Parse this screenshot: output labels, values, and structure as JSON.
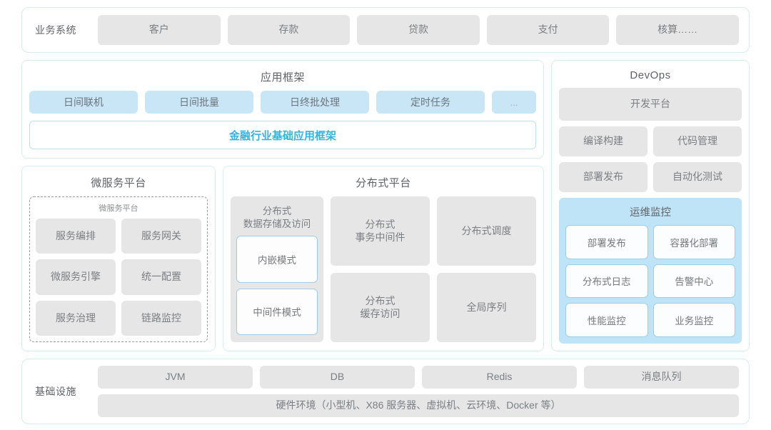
{
  "business_systems": {
    "label": "业务系统",
    "items": [
      "客户",
      "存款",
      "贷款",
      "支付",
      "核算……"
    ]
  },
  "app_framework": {
    "title": "应用框架",
    "items": [
      "日间联机",
      "日间批量",
      "日终批处理",
      "定时任务"
    ],
    "more": "...",
    "band": "金融行业基础应用框架"
  },
  "microservice_platform": {
    "title": "微服务平台",
    "inner_title": "微服务平台",
    "items": [
      "服务编排",
      "服务网关",
      "微服务引擎",
      "统一配置",
      "服务治理",
      "链路监控"
    ]
  },
  "distributed_platform": {
    "title": "分布式平台",
    "storage": {
      "title": "分布式\n数据存储及访问",
      "title_line1": "分布式",
      "title_line2": "数据存储及访问",
      "modes": [
        "内嵌模式",
        "中间件模式"
      ]
    },
    "items": [
      {
        "line1": "分布式",
        "line2": "事务中间件"
      },
      {
        "line1": "分布式调度",
        "line2": ""
      },
      {
        "line1": "分布式",
        "line2": "缓存访问"
      },
      {
        "line1": "全局序列",
        "line2": ""
      }
    ]
  },
  "devops": {
    "title": "DevOps",
    "platform": "开发平台",
    "pairs": [
      [
        "编译构建",
        "代码管理"
      ],
      [
        "部署发布",
        "自动化测试"
      ]
    ],
    "ops": {
      "title": "运维监控",
      "items": [
        "部署发布",
        "容器化部署",
        "分布式日志",
        "告警中心",
        "性能监控",
        "业务监控"
      ]
    }
  },
  "infrastructure": {
    "label": "基础设施",
    "items": [
      "JVM",
      "DB",
      "Redis",
      "消息队列"
    ],
    "hardware": "硬件环境（小型机、X86 服务器、虚拟机、云环境、Docker 等）"
  },
  "colors": {
    "accent": "#34b3dd",
    "tile_grey": "#e6e6e7",
    "tile_blue": "#c9e6f7",
    "ops_blue": "#bfe4f7",
    "border_cyan": "#d8edf1"
  }
}
